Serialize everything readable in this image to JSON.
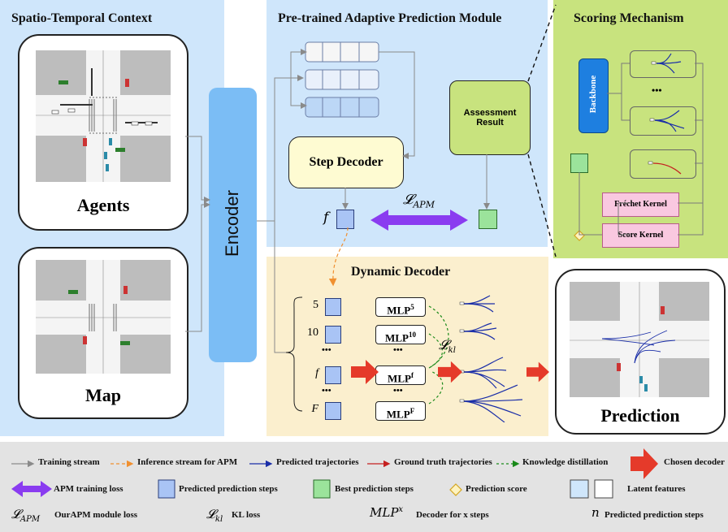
{
  "panels": {
    "context_title": "Spatio-Temporal Context",
    "apm_title": "Pre-trained Adaptive Prediction Module",
    "scoring_title": "Scoring Mechanism",
    "dynamic_title": "Dynamic Decoder"
  },
  "context": {
    "agents_label": "Agents",
    "map_label": "Map"
  },
  "encoder_label": "Encoder",
  "apm": {
    "step_decoder": "Step Decoder",
    "assessment": "Assessment Result",
    "f_label": "f",
    "loss_label": "𝓛",
    "loss_sub": "APM"
  },
  "scoring": {
    "backbone": "Backbone",
    "ellipsis": "•••",
    "frechet": "Fréchet Kernel",
    "score": "Score Kernel"
  },
  "dynamic": {
    "steps": [
      "5",
      "10",
      "•••",
      "f",
      "•••",
      "F"
    ],
    "mlps": [
      {
        "base": "MLP",
        "sup": "5"
      },
      {
        "base": "MLP",
        "sup": "10"
      },
      {
        "base": "•••",
        "sup": ""
      },
      {
        "base": "MLP",
        "sup": "f"
      },
      {
        "base": "•••",
        "sup": ""
      },
      {
        "base": "MLP",
        "sup": "F"
      }
    ],
    "kl_label": "𝓛",
    "kl_sub": "kl"
  },
  "prediction_label": "Prediction",
  "legend": {
    "training_stream": "Training stream",
    "inference_stream": "Inference stream for APM",
    "predicted_traj": "Predicted trajectories",
    "gt_traj": "Ground truth trajectories",
    "kd": "Knowledge distillation",
    "chosen_decoder": "Chosen decoder",
    "apm_training_loss": "APM training loss",
    "pred_steps": "Predicted prediction steps",
    "best_steps": "Best prediction steps",
    "pred_score": "Prediction score",
    "latent": "Latent features",
    "lapm_sym": "𝓛",
    "lapm_sub": "APM",
    "lapm_desc": "OurAPM module loss",
    "lkl_sym": "𝓛",
    "lkl_sub": "kl",
    "lkl_desc": "KL loss",
    "mlp_sym": "MLP",
    "mlp_sup": "x",
    "mlp_desc": "Decoder for x steps",
    "n_sym": "n",
    "n_desc": "Predicted prediction steps"
  },
  "colors": {
    "context_bg": "#cfe6fb",
    "apm_bg": "#cfe6fb",
    "scoring_bg": "#c8e37e",
    "dynamic_bg": "#fbefce",
    "encoder": "#7bbdf5",
    "pred_square": "#a9c4f5",
    "best_square": "#9be39b",
    "loss_arrow": "#8a3cf0",
    "chosen_arrow": "#e53a2a",
    "legend_bg": "#e3e3e3"
  }
}
